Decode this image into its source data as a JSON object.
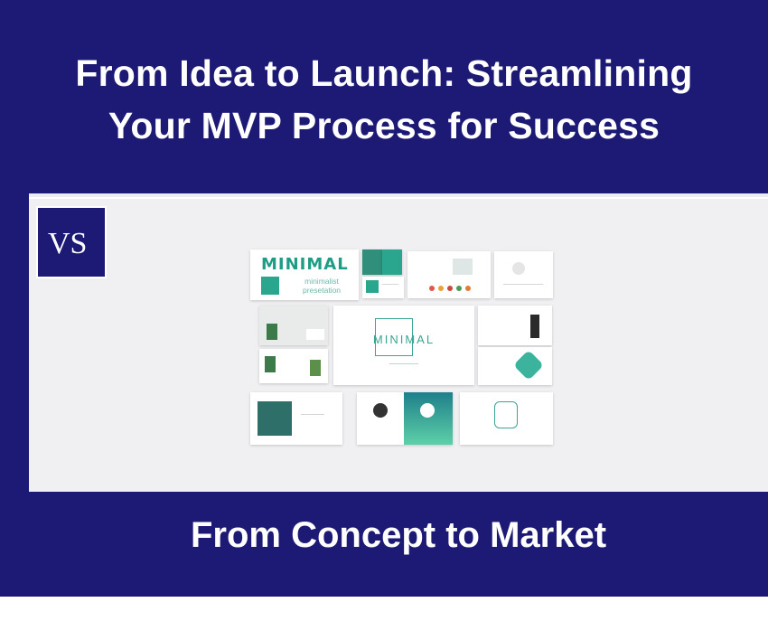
{
  "header": {
    "line1": "From Idea to Launch: Streamlining",
    "line2": "Your MVP Process for Success"
  },
  "logo": {
    "text": "VS"
  },
  "preview": {
    "cover_title": "MINIMAL",
    "cover_subtitle": "minimalist presetation",
    "center_title": "MINIMAL"
  },
  "footer": {
    "title": "From Concept to Market"
  },
  "colors": {
    "brand_navy": "#1c1a74",
    "teal": "#2aa58e",
    "stage": "#f0f0f2"
  }
}
